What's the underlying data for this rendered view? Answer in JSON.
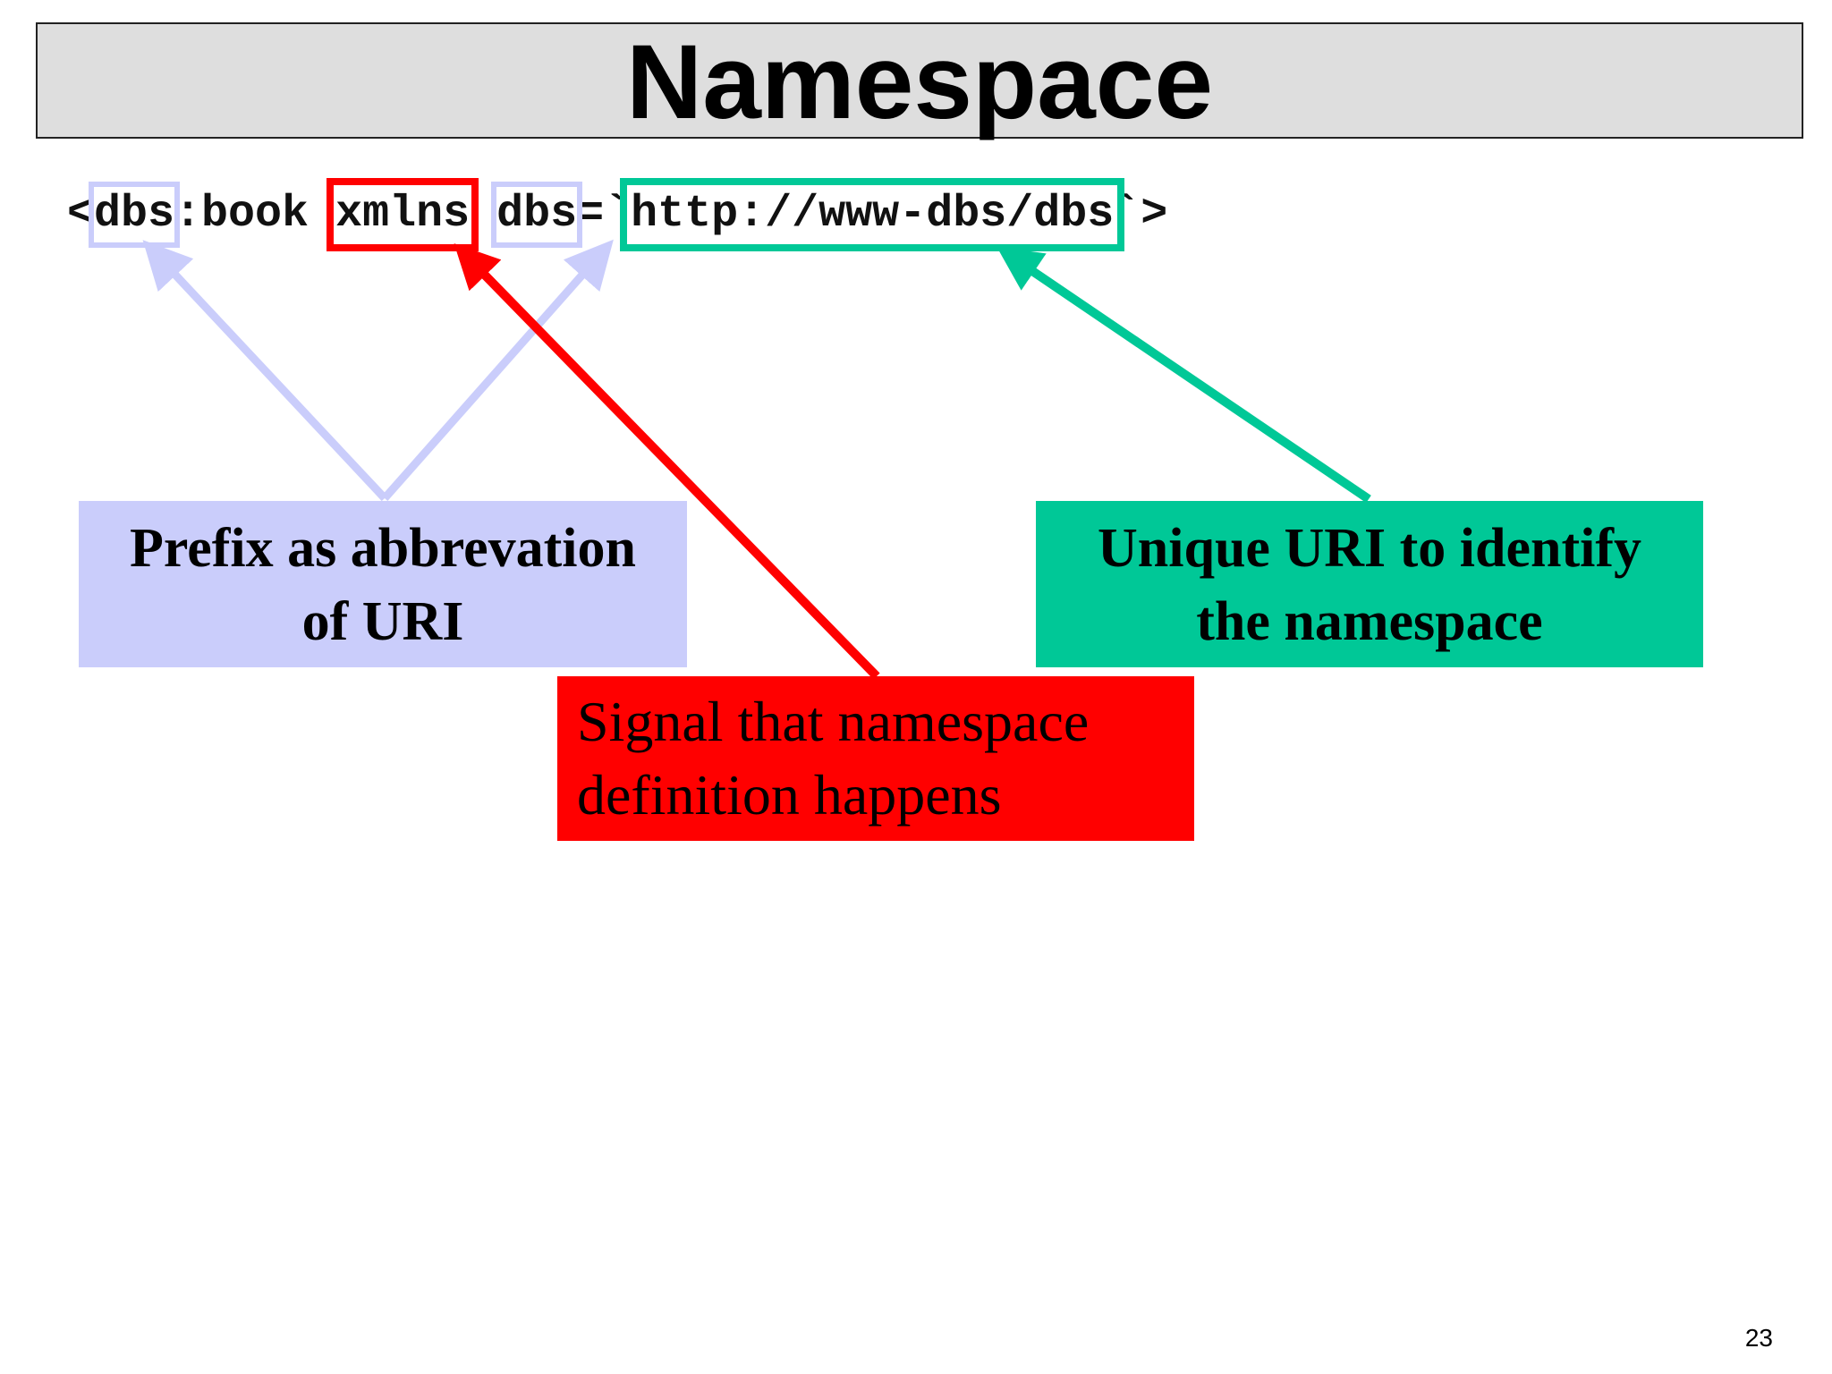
{
  "slide": {
    "title": "Namespace",
    "page_number": "23"
  },
  "code": {
    "open_bracket": "<",
    "prefix": "dbs",
    "local_name": ":book ",
    "xmlns": "xmlns",
    "colon_prefix_gap": " ",
    "prefix2": "dbs",
    "equals": "=`",
    "uri": "http://www-dbs/dbs",
    "close": "`>"
  },
  "callouts": {
    "prefix": {
      "line1": "Prefix as abbrevation",
      "line2": "of URI"
    },
    "uri": {
      "line1": "Unique URI to identify",
      "line2": "the namespace"
    },
    "signal": {
      "line1": "Signal that namespace",
      "line2": "definition happens"
    }
  },
  "colors": {
    "prefix": "#cacdfb",
    "xmlns": "#ff0000",
    "uri": "#00c897",
    "title_bg": "#dedede"
  }
}
